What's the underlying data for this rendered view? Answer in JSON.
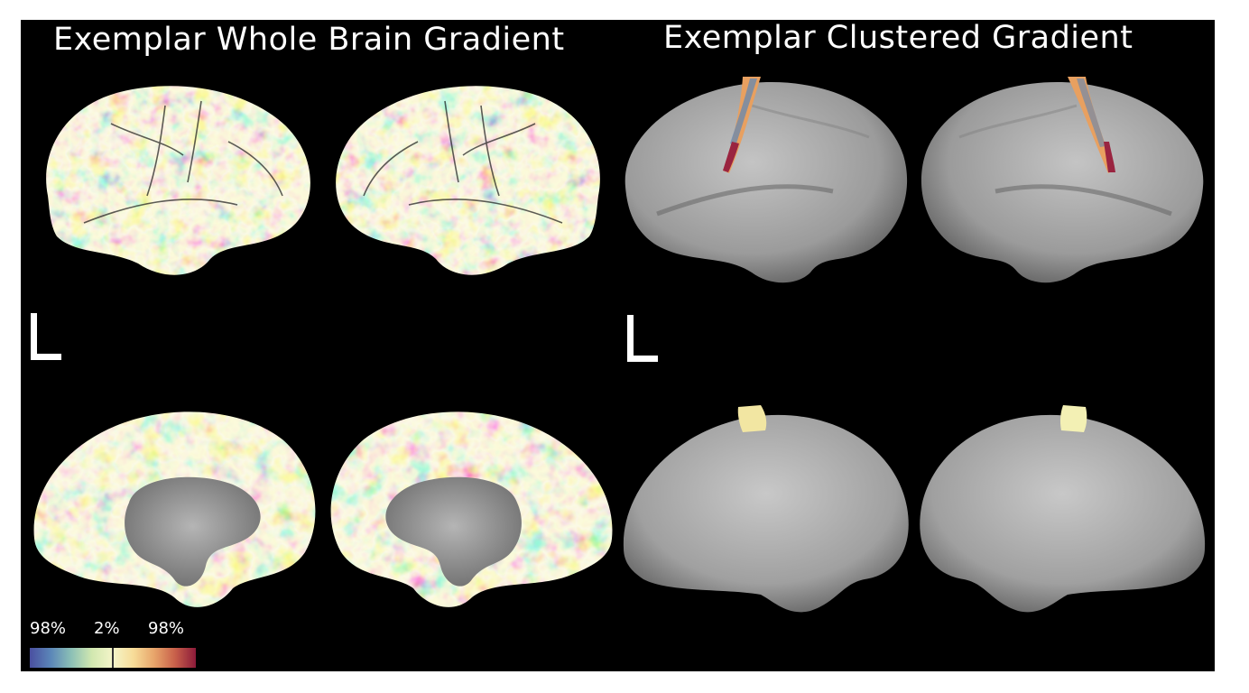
{
  "panels": {
    "left": {
      "title": "Exemplar Whole Brain Gradient",
      "orientation_label": "L"
    },
    "right": {
      "title": "Exemplar Clustered Gradient",
      "orientation_label": "L"
    }
  },
  "colorbar": {
    "labels": [
      "98%",
      "2%",
      "98%"
    ],
    "colors": [
      "#4a4fa0",
      "#5b86b8",
      "#8cc0b6",
      "#d2e8b0",
      "#f4f5c9",
      "#f7dc98",
      "#e7a46a",
      "#c8604a",
      "#8c1a3a"
    ]
  },
  "colors": {
    "background": "#000000",
    "cortex_gray": "#8e8e8e",
    "text": "#ffffff"
  }
}
